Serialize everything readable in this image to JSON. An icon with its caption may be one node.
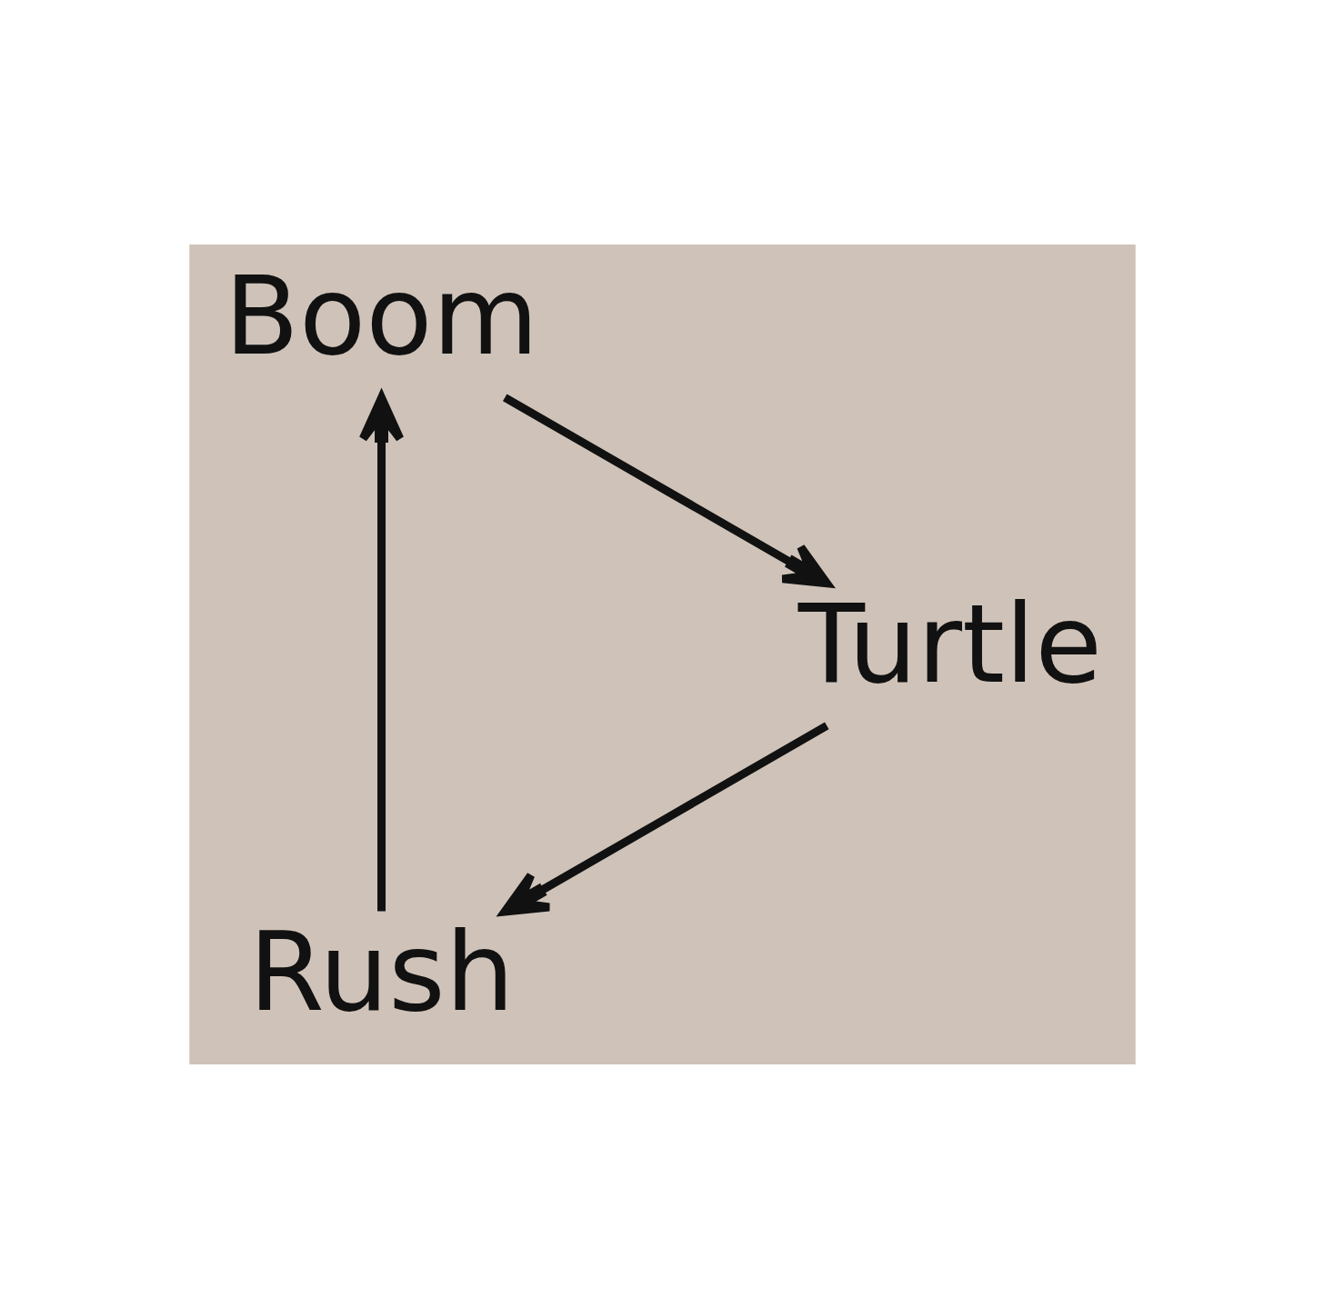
{
  "diagram": {
    "nodes": [
      {
        "text": [
          "Rush"
        ]
      },
      {
        "text": [
          "Boom"
        ]
      },
      {
        "text": [
          "Turtle"
        ]
      }
    ],
    "edges": [
      {
        "from": 0,
        "to": 1,
        "arrow": "to"
      },
      {
        "from": 1,
        "to": 2,
        "arrow": "to"
      },
      {
        "from": 2,
        "to": 0,
        "arrow": "to"
      }
    ]
  }
}
